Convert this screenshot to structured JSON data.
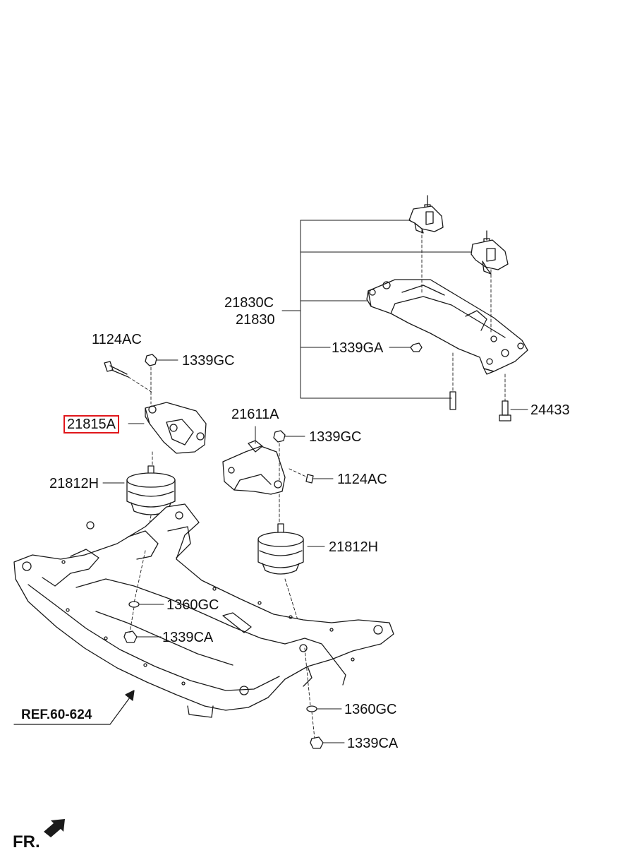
{
  "diagram": {
    "labels": {
      "p1124ac_top": "1124AC",
      "p1339gc_top": "1339GC",
      "p21815a": "21815A",
      "p21812h_left": "21812H",
      "p21830c": "21830C",
      "p21830": "21830",
      "p1339ga": "1339GA",
      "p24433": "24433",
      "p21611a": "21611A",
      "p1339gc_mid": "1339GC",
      "p1124ac_mid": "1124AC",
      "p21812h_right": "21812H",
      "p1360gc_left": "1360GC",
      "p1339ca_left": "1339CA",
      "p1360gc_right": "1360GC",
      "p1339ca_right": "1339CA",
      "ref": "REF.60-624",
      "fr": "FR."
    },
    "highlight_color": "#e0161b"
  }
}
